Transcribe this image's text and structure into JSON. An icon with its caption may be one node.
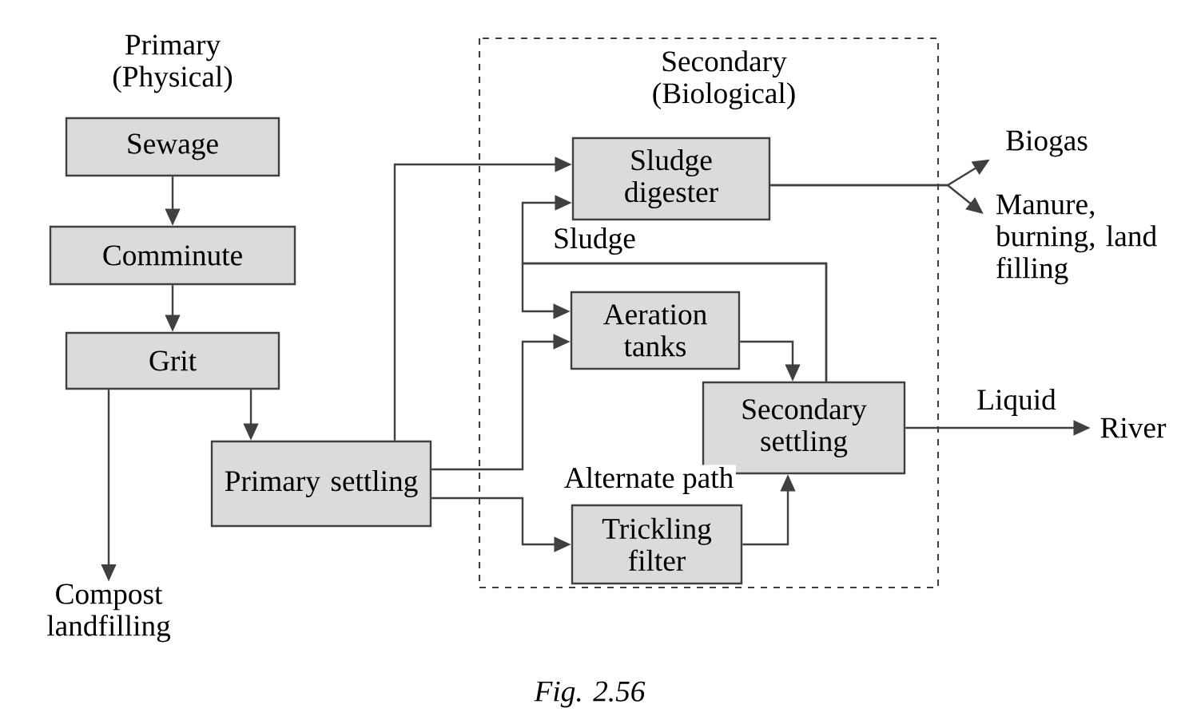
{
  "diagram": {
    "caption": "Fig. 2.56",
    "nodes": [
      {
        "text": [
          "Sewage"
        ]
      },
      {
        "text": [
          "Comminute"
        ]
      },
      {
        "text": [
          "Grit"
        ]
      },
      {
        "text": [
          "Primary settling"
        ]
      },
      {
        "text": [
          "Compost landfilling"
        ]
      },
      {
        "text": [
          "Secondary (Biological)"
        ]
      },
      {
        "text": [
          "Sludge digester"
        ],
        "in": 5
      },
      {
        "text": [
          "Aeration tanks"
        ],
        "in": 5
      },
      {
        "text": [
          "Secondary settling"
        ],
        "in": 5
      },
      {
        "text": [
          "Trickling filter"
        ],
        "in": 5
      },
      {
        "text": [
          "Biogas"
        ]
      },
      {
        "text": [
          "Manure, burning, land filling"
        ]
      },
      {
        "text": [
          "River"
        ]
      }
    ],
    "edges": [
      {
        "from": 0,
        "to": 1,
        "arrow": "to"
      },
      {
        "from": 1,
        "to": 2,
        "arrow": "to"
      },
      {
        "from": 2,
        "to": 3,
        "arrow": "to"
      },
      {
        "from": 2,
        "to": 4,
        "arrow": "to"
      },
      {
        "from": 3,
        "to": 6,
        "arrow": "to"
      },
      {
        "from": 3,
        "to": 7,
        "arrow": "to"
      },
      {
        "from": 3,
        "to": 9,
        "arrow": "to"
      },
      {
        "from": 7,
        "to": 8,
        "arrow": "to"
      },
      {
        "from": 9,
        "to": 8,
        "arrow": "to",
        "label": "Alternate path"
      },
      {
        "from": 8,
        "to": 6,
        "arrow": "to",
        "label": "Sludge"
      },
      {
        "from": 8,
        "to": 7,
        "arrow": "to"
      },
      {
        "from": 6,
        "to": 10,
        "arrow": "to"
      },
      {
        "from": 6,
        "to": 11,
        "arrow": "to"
      },
      {
        "from": 8,
        "to": 12,
        "arrow": "to",
        "label": "Liquid"
      }
    ],
    "labels": [
      "Primary (Physical)"
    ]
  }
}
